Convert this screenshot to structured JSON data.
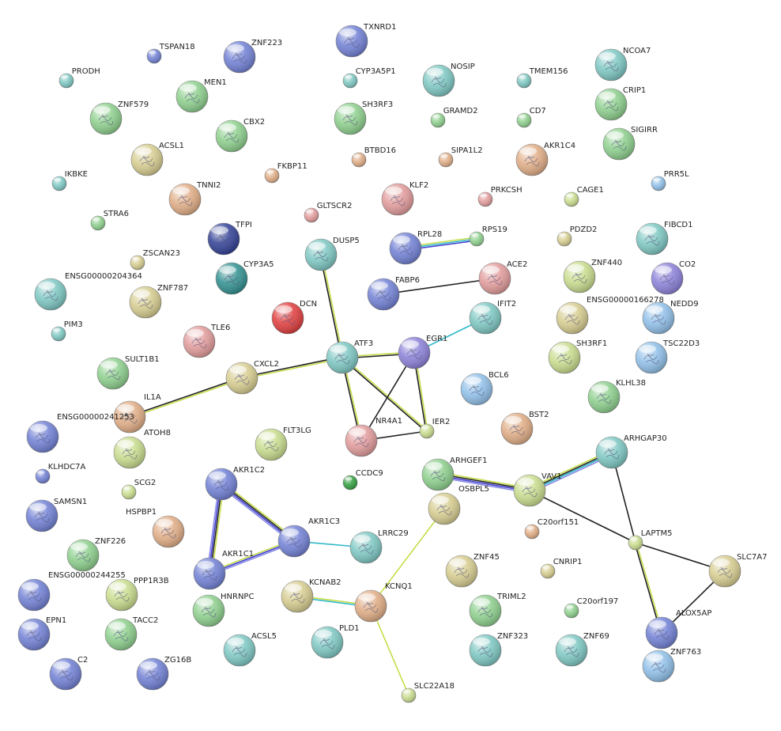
{
  "colors": {
    "blue": "#6f7fd4",
    "teal": "#7cc7c2",
    "green": "#8ccf8c",
    "lime": "#c8dc8c",
    "khaki": "#d6cc8e",
    "orange": "#e0ac84",
    "pink": "#e29a9a",
    "red": "#e03b3b",
    "darknavy": "#2f3e94",
    "deepteal": "#2f8f8f",
    "darkgreen": "#2f9e3c",
    "lightblue": "#8fbfe8",
    "purple": "#8a7fd8",
    "edge_text": "#c6dd4a",
    "edge_coexp": "#222222",
    "edge_curated": "#30b8c8",
    "edge_exp": "#3c3ccf",
    "edge_db": "#8a8ae6"
  },
  "nodes": [
    {
      "id": "TXNRD1",
      "label": "TXNRD1",
      "color": "blue",
      "size": "large"
    },
    {
      "id": "TSPAN18",
      "label": "TSPAN18",
      "color": "blue",
      "size": "small"
    },
    {
      "id": "ZNF223",
      "label": "ZNF223",
      "color": "blue",
      "size": "large"
    },
    {
      "id": "PRODH",
      "label": "PRODH",
      "color": "teal",
      "size": "small"
    },
    {
      "id": "MEN1",
      "label": "MEN1",
      "color": "green",
      "size": "large"
    },
    {
      "id": "CYP3A5P1",
      "label": "CYP3A5P1",
      "color": "teal",
      "size": "small"
    },
    {
      "id": "NOSIP",
      "label": "NOSIP",
      "color": "teal",
      "size": "large"
    },
    {
      "id": "TMEM156",
      "label": "TMEM156",
      "color": "teal",
      "size": "small"
    },
    {
      "id": "NCOA7",
      "label": "NCOA7",
      "color": "teal",
      "size": "large"
    },
    {
      "id": "ZNF579",
      "label": "ZNF579",
      "color": "green",
      "size": "large"
    },
    {
      "id": "SH3RF3",
      "label": "SH3RF3",
      "color": "green",
      "size": "large"
    },
    {
      "id": "GRAMD2",
      "label": "GRAMD2",
      "color": "green",
      "size": "small"
    },
    {
      "id": "CD7",
      "label": "CD7",
      "color": "green",
      "size": "small"
    },
    {
      "id": "CRIP1",
      "label": "CRIP1",
      "color": "green",
      "size": "large"
    },
    {
      "id": "CBX2",
      "label": "CBX2",
      "color": "green",
      "size": "large"
    },
    {
      "id": "ACSL1",
      "label": "ACSL1",
      "color": "khaki",
      "size": "large"
    },
    {
      "id": "BTBD16",
      "label": "BTBD16",
      "color": "orange",
      "size": "small"
    },
    {
      "id": "SIPA1L2",
      "label": "SIPA1L2",
      "color": "orange",
      "size": "small"
    },
    {
      "id": "AKR1C4",
      "label": "AKR1C4",
      "color": "orange",
      "size": "large"
    },
    {
      "id": "SIGIRR",
      "label": "SIGIRR",
      "color": "green",
      "size": "large"
    },
    {
      "id": "IKBKE",
      "label": "IKBKE",
      "color": "teal",
      "size": "small"
    },
    {
      "id": "FKBP11",
      "label": "FKBP11",
      "color": "orange",
      "size": "small"
    },
    {
      "id": "PRR5L",
      "label": "PRR5L",
      "color": "lightblue",
      "size": "small"
    },
    {
      "id": "TNNI2",
      "label": "TNNI2",
      "color": "orange",
      "size": "large"
    },
    {
      "id": "KLF2",
      "label": "KLF2",
      "color": "pink",
      "size": "large"
    },
    {
      "id": "PRKCSH",
      "label": "PRKCSH",
      "color": "pink",
      "size": "small"
    },
    {
      "id": "CAGE1",
      "label": "CAGE1",
      "color": "lime",
      "size": "small"
    },
    {
      "id": "GLTSCR2",
      "label": "GLTSCR2",
      "color": "pink",
      "size": "small"
    },
    {
      "id": "STRA6",
      "label": "STRA6",
      "color": "green",
      "size": "small"
    },
    {
      "id": "TFPI",
      "label": "TFPI",
      "color": "darknavy",
      "size": "large"
    },
    {
      "id": "RPL28",
      "label": "RPL28",
      "color": "blue",
      "size": "large"
    },
    {
      "id": "RPS19",
      "label": "RPS19",
      "color": "green",
      "size": "small"
    },
    {
      "id": "PDZD2",
      "label": "PDZD2",
      "color": "khaki",
      "size": "small"
    },
    {
      "id": "FIBCD1",
      "label": "FIBCD1",
      "color": "teal",
      "size": "large"
    },
    {
      "id": "ZSCAN23",
      "label": "ZSCAN23",
      "color": "khaki",
      "size": "small"
    },
    {
      "id": "DUSP5",
      "label": "DUSP5",
      "color": "teal",
      "size": "large"
    },
    {
      "id": "CYP3A5",
      "label": "CYP3A5",
      "color": "deepteal",
      "size": "large"
    },
    {
      "id": "ACE2",
      "label": "ACE2",
      "color": "pink",
      "size": "large"
    },
    {
      "id": "ZNF440",
      "label": "ZNF440",
      "color": "lime",
      "size": "large"
    },
    {
      "id": "CO2",
      "label": "CO2",
      "color": "purple",
      "size": "large"
    },
    {
      "id": "ENSG00000204364",
      "label": "ENSG00000204364",
      "color": "teal",
      "size": "large"
    },
    {
      "id": "ZNF787",
      "label": "ZNF787",
      "color": "khaki",
      "size": "large"
    },
    {
      "id": "FABP6",
      "label": "FABP6",
      "color": "blue",
      "size": "large"
    },
    {
      "id": "IFIT2",
      "label": "IFIT2",
      "color": "teal",
      "size": "large"
    },
    {
      "id": "ENSG00000166278",
      "label": "ENSG00000166278",
      "color": "khaki",
      "size": "large"
    },
    {
      "id": "NEDD9",
      "label": "NEDD9",
      "color": "lightblue",
      "size": "large"
    },
    {
      "id": "DCN",
      "label": "DCN",
      "color": "red",
      "size": "large"
    },
    {
      "id": "PIM3",
      "label": "PIM3",
      "color": "teal",
      "size": "small"
    },
    {
      "id": "TLE6",
      "label": "TLE6",
      "color": "pink",
      "size": "large"
    },
    {
      "id": "ATF3",
      "label": "ATF3",
      "color": "teal",
      "size": "large"
    },
    {
      "id": "EGR1",
      "label": "EGR1",
      "color": "purple",
      "size": "large"
    },
    {
      "id": "SH3RF1",
      "label": "SH3RF1",
      "color": "lime",
      "size": "large"
    },
    {
      "id": "TSC22D3",
      "label": "TSC22D3",
      "color": "lightblue",
      "size": "large"
    },
    {
      "id": "SULT1B1",
      "label": "SULT1B1",
      "color": "green",
      "size": "large"
    },
    {
      "id": "CXCL2",
      "label": "CXCL2",
      "color": "khaki",
      "size": "large"
    },
    {
      "id": "BCL6",
      "label": "BCL6",
      "color": "lightblue",
      "size": "large"
    },
    {
      "id": "KLHL38",
      "label": "KLHL38",
      "color": "green",
      "size": "large"
    },
    {
      "id": "IL1A",
      "label": "IL1A",
      "color": "orange",
      "size": "large"
    },
    {
      "id": "ENSG00000241253",
      "label": "ENSG00000241253",
      "color": "blue",
      "size": "large"
    },
    {
      "id": "NR4A1",
      "label": "NR4A1",
      "color": "pink",
      "size": "large"
    },
    {
      "id": "IER2",
      "label": "IER2",
      "color": "lime",
      "size": "small"
    },
    {
      "id": "BST2",
      "label": "BST2",
      "color": "orange",
      "size": "large"
    },
    {
      "id": "ATOH8",
      "label": "ATOH8",
      "color": "lime",
      "size": "large"
    },
    {
      "id": "FLT3LG",
      "label": "FLT3LG",
      "color": "lime",
      "size": "large"
    },
    {
      "id": "ARHGAP30",
      "label": "ARHGAP30",
      "color": "teal",
      "size": "large"
    },
    {
      "id": "KLHDC7A",
      "label": "KLHDC7A",
      "color": "blue",
      "size": "small"
    },
    {
      "id": "AKR1C2",
      "label": "AKR1C2",
      "color": "blue",
      "size": "large"
    },
    {
      "id": "SCG2",
      "label": "SCG2",
      "color": "lime",
      "size": "small"
    },
    {
      "id": "CCDC9",
      "label": "CCDC9",
      "color": "darkgreen",
      "size": "small"
    },
    {
      "id": "ARHGEF1",
      "label": "ARHGEF1",
      "color": "green",
      "size": "large"
    },
    {
      "id": "VAV1",
      "label": "VAV1",
      "color": "lime",
      "size": "large"
    },
    {
      "id": "OSBPL5",
      "label": "OSBPL5",
      "color": "khaki",
      "size": "large"
    },
    {
      "id": "SAMSN1",
      "label": "SAMSN1",
      "color": "blue",
      "size": "large"
    },
    {
      "id": "HSPBP1",
      "label": "HSPBP1",
      "color": "orange",
      "size": "large"
    },
    {
      "id": "AKR1C3",
      "label": "AKR1C3",
      "color": "blue",
      "size": "large"
    },
    {
      "id": "C20orf151",
      "label": "C20orf151",
      "color": "orange",
      "size": "small"
    },
    {
      "id": "LAPTM5",
      "label": "LAPTM5",
      "color": "lime",
      "size": "small"
    },
    {
      "id": "ZNF226",
      "label": "ZNF226",
      "color": "green",
      "size": "large"
    },
    {
      "id": "LRRC29",
      "label": "LRRC29",
      "color": "teal",
      "size": "large"
    },
    {
      "id": "SLC7A7",
      "label": "SLC7A7",
      "color": "khaki",
      "size": "large"
    },
    {
      "id": "AKR1C1",
      "label": "AKR1C1",
      "color": "blue",
      "size": "large"
    },
    {
      "id": "ZNF45",
      "label": "ZNF45",
      "color": "khaki",
      "size": "large"
    },
    {
      "id": "CNRIP1",
      "label": "CNRIP1",
      "color": "khaki",
      "size": "small"
    },
    {
      "id": "ENSG00000244255",
      "label": "ENSG00000244255",
      "color": "blue",
      "size": "large"
    },
    {
      "id": "PPP1R3B",
      "label": "PPP1R3B",
      "color": "lime",
      "size": "large"
    },
    {
      "id": "KCNAB2",
      "label": "KCNAB2",
      "color": "khaki",
      "size": "large"
    },
    {
      "id": "KCNQ1",
      "label": "KCNQ1",
      "color": "orange",
      "size": "large"
    },
    {
      "id": "TRIML2",
      "label": "TRIML2",
      "color": "green",
      "size": "large"
    },
    {
      "id": "C20orf197",
      "label": "C20orf197",
      "color": "green",
      "size": "small"
    },
    {
      "id": "HNRNPC",
      "label": "HNRNPC",
      "color": "green",
      "size": "large"
    },
    {
      "id": "ALOX5AP",
      "label": "ALOX5AP",
      "color": "blue",
      "size": "large"
    },
    {
      "id": "EPN1",
      "label": "EPN1",
      "color": "blue",
      "size": "large"
    },
    {
      "id": "TACC2",
      "label": "TACC2",
      "color": "green",
      "size": "large"
    },
    {
      "id": "ACSL5",
      "label": "ACSL5",
      "color": "teal",
      "size": "large"
    },
    {
      "id": "PLD1",
      "label": "PLD1",
      "color": "teal",
      "size": "large"
    },
    {
      "id": "ZNF323",
      "label": "ZNF323",
      "color": "teal",
      "size": "large"
    },
    {
      "id": "ZNF69",
      "label": "ZNF69",
      "color": "teal",
      "size": "large"
    },
    {
      "id": "ZNF763",
      "label": "ZNF763",
      "color": "lightblue",
      "size": "large"
    },
    {
      "id": "C2",
      "label": "C2",
      "color": "blue",
      "size": "large"
    },
    {
      "id": "ZG16B",
      "label": "ZG16B",
      "color": "blue",
      "size": "large"
    },
    {
      "id": "SLC22A18",
      "label": "SLC22A18",
      "color": "lime",
      "size": "small"
    }
  ],
  "edges": [
    {
      "source": "DUSP5",
      "target": "ATF3",
      "types": [
        "text",
        "coexp"
      ]
    },
    {
      "source": "ATF3",
      "target": "CXCL2",
      "types": [
        "text",
        "coexp"
      ]
    },
    {
      "source": "CXCL2",
      "target": "IL1A",
      "types": [
        "text",
        "coexp"
      ]
    },
    {
      "source": "ATF3",
      "target": "EGR1",
      "types": [
        "text",
        "coexp"
      ]
    },
    {
      "source": "ATF3",
      "target": "NR4A1",
      "types": [
        "text",
        "coexp"
      ]
    },
    {
      "source": "ATF3",
      "target": "IER2",
      "types": [
        "text",
        "coexp"
      ]
    },
    {
      "source": "EGR1",
      "target": "NR4A1",
      "types": [
        "coexp"
      ]
    },
    {
      "source": "EGR1",
      "target": "IER2",
      "types": [
        "text",
        "coexp"
      ]
    },
    {
      "source": "NR4A1",
      "target": "IER2",
      "types": [
        "coexp"
      ]
    },
    {
      "source": "EGR1",
      "target": "IFIT2",
      "types": [
        "curated"
      ]
    },
    {
      "source": "FABP6",
      "target": "ACE2",
      "types": [
        "coexp"
      ]
    },
    {
      "source": "RPL28",
      "target": "RPS19",
      "types": [
        "text",
        "curated",
        "exp"
      ]
    },
    {
      "source": "AKR1C2",
      "target": "AKR1C1",
      "types": [
        "text",
        "coexp",
        "exp",
        "db"
      ]
    },
    {
      "source": "AKR1C2",
      "target": "AKR1C3",
      "types": [
        "text",
        "coexp",
        "exp",
        "db"
      ]
    },
    {
      "source": "AKR1C1",
      "target": "AKR1C3",
      "types": [
        "text",
        "exp",
        "db"
      ]
    },
    {
      "source": "AKR1C3",
      "target": "LRRC29",
      "types": [
        "curated"
      ]
    },
    {
      "source": "KCNAB2",
      "target": "KCNQ1",
      "types": [
        "text",
        "curated"
      ]
    },
    {
      "source": "OSBPL5",
      "target": "KCNQ1",
      "types": [
        "text"
      ]
    },
    {
      "source": "KCNQ1",
      "target": "SLC22A18",
      "types": [
        "text"
      ]
    },
    {
      "source": "ARHGEF1",
      "target": "VAV1",
      "types": [
        "text",
        "coexp",
        "exp",
        "db"
      ]
    },
    {
      "source": "VAV1",
      "target": "ARHGAP30",
      "types": [
        "text",
        "coexp",
        "curated",
        "db"
      ]
    },
    {
      "source": "VAV1",
      "target": "LAPTM5",
      "types": [
        "coexp"
      ]
    },
    {
      "source": "ARHGAP30",
      "target": "LAPTM5",
      "types": [
        "coexp"
      ]
    },
    {
      "source": "LAPTM5",
      "target": "SLC7A7",
      "types": [
        "coexp"
      ]
    },
    {
      "source": "LAPTM5",
      "target": "ALOX5AP",
      "types": [
        "text",
        "coexp"
      ]
    },
    {
      "source": "SLC7A7",
      "target": "ALOX5AP",
      "types": [
        "coexp"
      ]
    }
  ]
}
